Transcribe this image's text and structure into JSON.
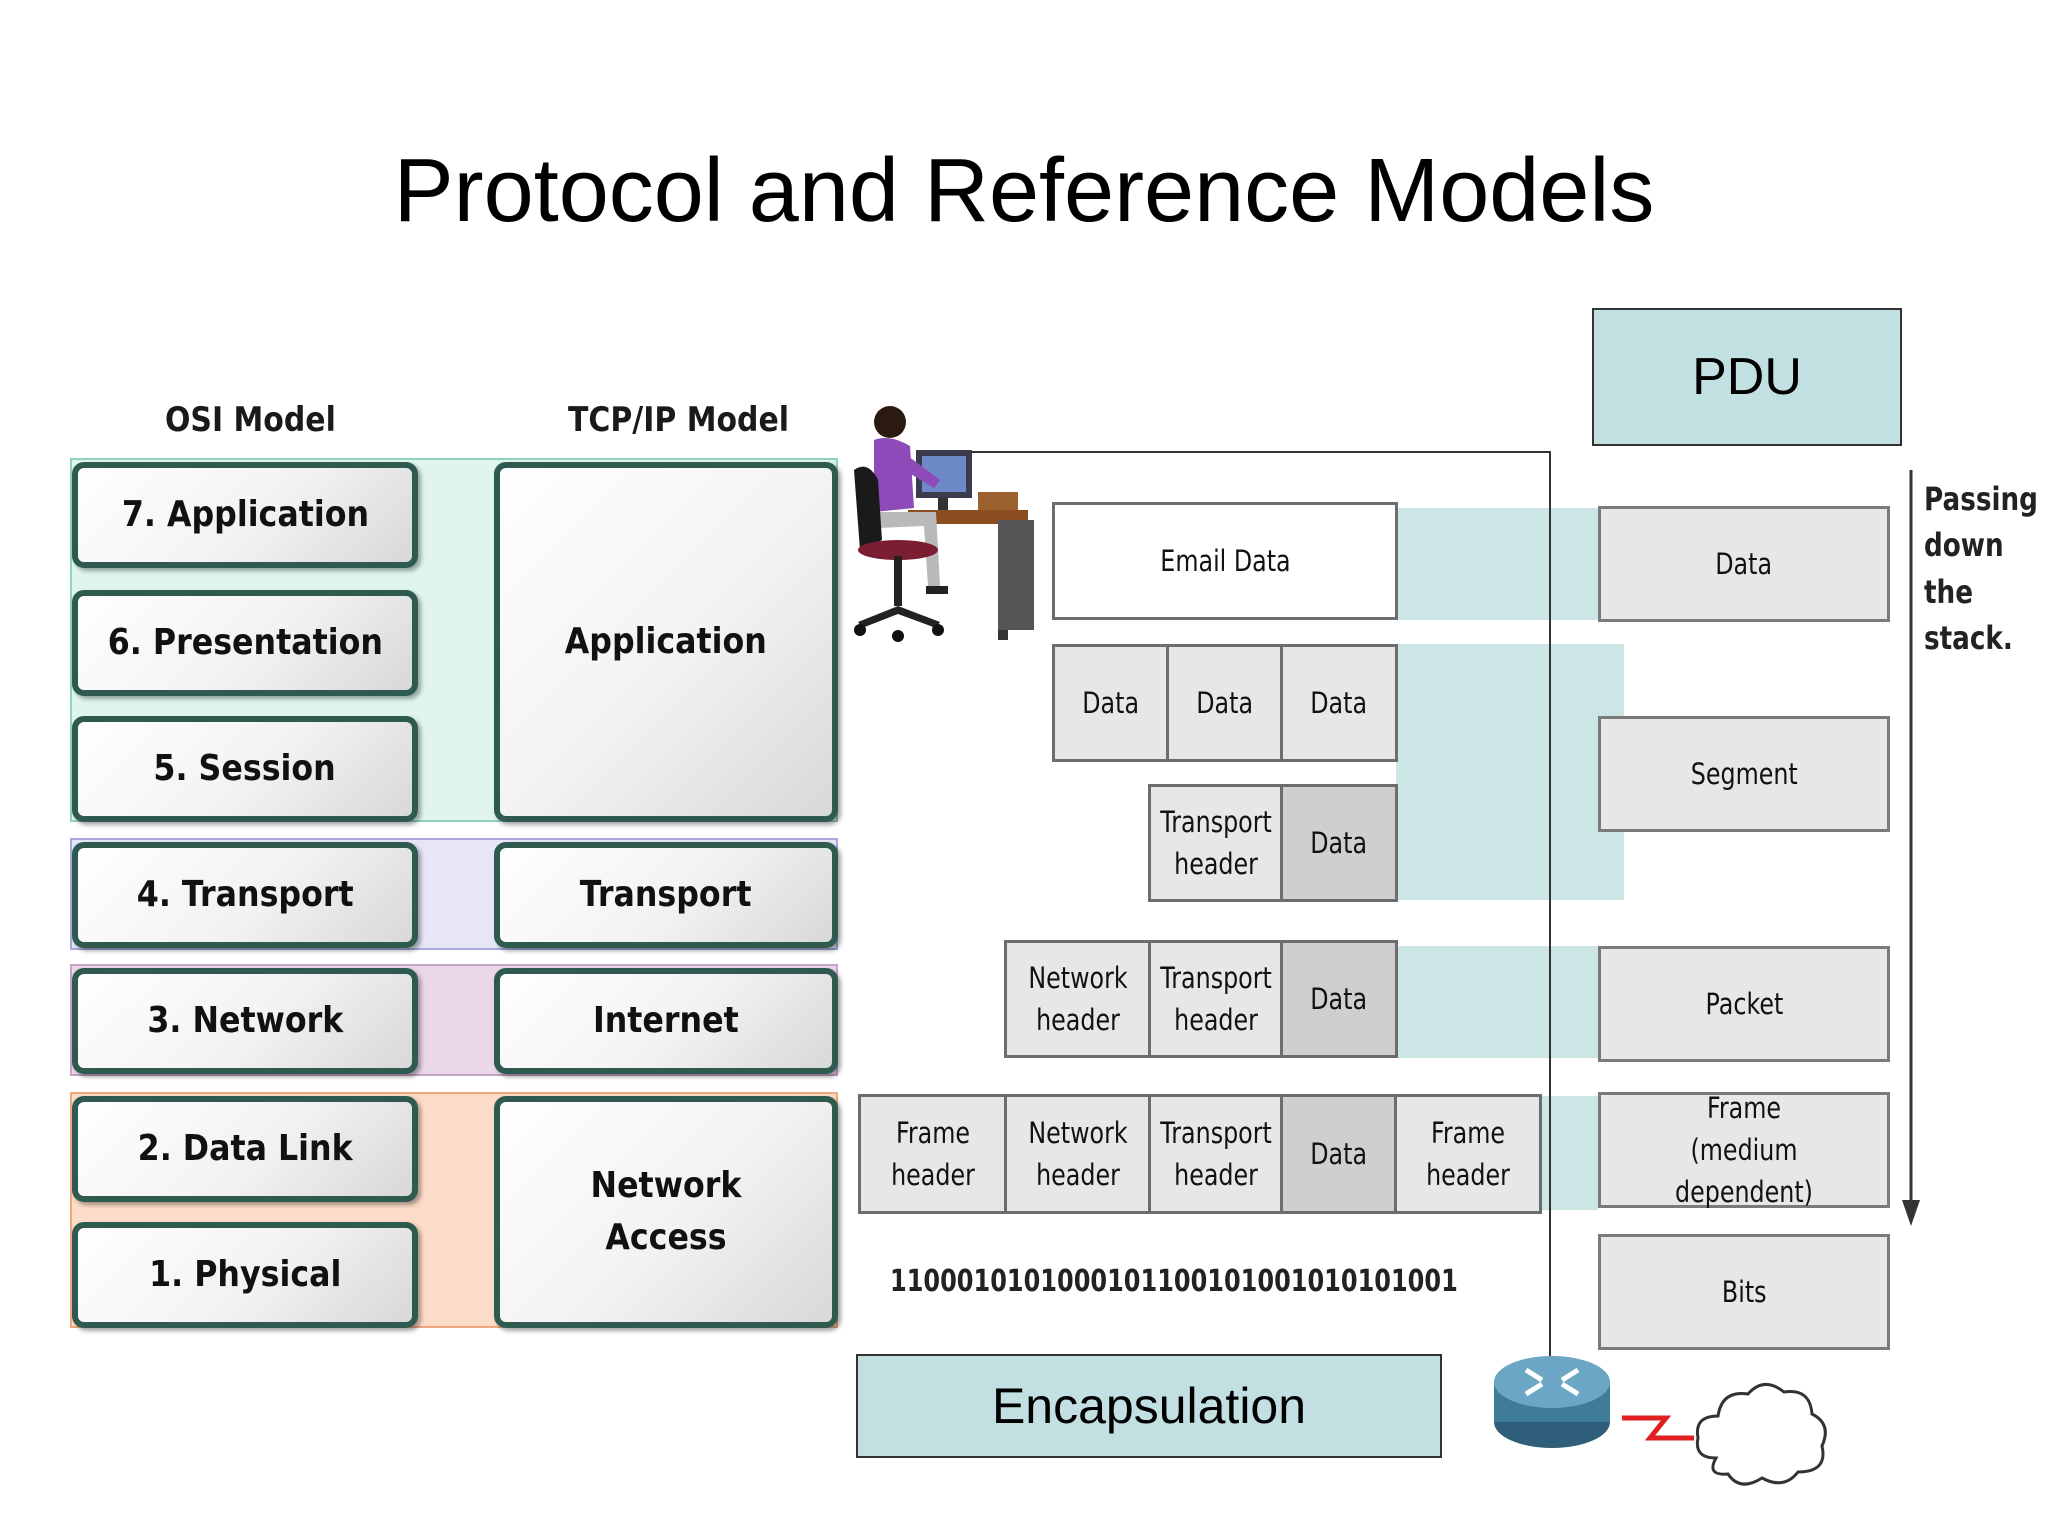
{
  "title": "Protocol and Reference Models",
  "osi": {
    "heading": "OSI Model",
    "layers": [
      "7. Application",
      "6. Presentation",
      "5. Session",
      "4. Transport",
      "3. Network",
      "2. Data Link",
      "1. Physical"
    ]
  },
  "tcpip": {
    "heading": "TCP/IP Model",
    "layers": [
      "Application",
      "Transport",
      "Internet",
      "Network Access"
    ]
  },
  "encapsulation": {
    "label": "Encapsulation",
    "email_data": "Email Data",
    "data": "Data",
    "transport_header": "Transport header",
    "network_header": "Network header",
    "frame_header": "Frame header",
    "bits_string": "1100010101000101100101001010101001"
  },
  "pdu": {
    "heading": "PDU",
    "items": [
      "Data",
      "Segment",
      "Packet",
      "Frame (medium dependent)",
      "Bits"
    ],
    "passing_note": "Passing down the stack."
  },
  "colors": {
    "band_application": "#dff5ee",
    "band_transport": "#e6e6f7",
    "band_network": "#ead8ea",
    "band_access": "#fcdcc8",
    "teal": "#c2e0e1"
  },
  "icons": [
    "user-at-computer-icon",
    "router-icon",
    "network-cloud-icon",
    "serial-link-icon"
  ]
}
